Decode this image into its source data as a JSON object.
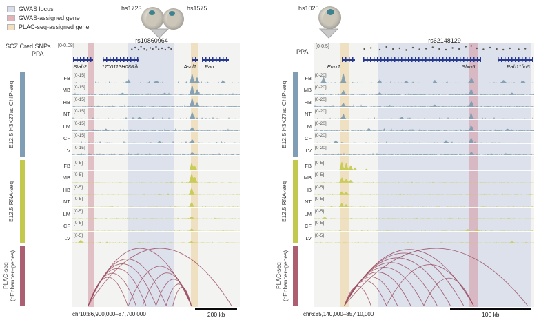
{
  "figure": {
    "legend": [
      {
        "label": "GWAS locus",
        "color": "#d7ddeb"
      },
      {
        "label": "GWAS-assigned gene",
        "color": "#e3b3ba"
      },
      {
        "label": "PLAC-seq-assigned gene",
        "color": "#f4e0c0"
      }
    ],
    "side_labels": {
      "chip": "E12.5 H3K27ac ChIP-seq",
      "rna": "E12.5 RNA-seq",
      "plac1": "PLAC-seq",
      "plac2": "(cEnhancer–genes)"
    },
    "colors": {
      "chip": "#7d9bb1",
      "rna": "#c6ca4d",
      "arc": "#9c4f63",
      "gene": "#283a8f",
      "chip_bar": "#7f9db4",
      "rna_bar": "#c3c94c",
      "plac_bar": "#ad5f72"
    }
  },
  "chart_data": [
    {
      "type": "genome-browser",
      "region": "chr10:86,900,000–87,700,000",
      "scale_label": "200 kb",
      "scale_frac": 0.25,
      "embryo_labels": [
        "hs1723",
        "hs1575"
      ],
      "lead_snp": "rs10860964",
      "snp_track_label": "SCZ Cred SNPs",
      "ppa_label": "PPA",
      "ppa_range": "[0-0.08]",
      "chip_range": "[0-15]",
      "rna_range": "[0-5]",
      "tissues": [
        "FB",
        "MB",
        "HB",
        "NT",
        "LM",
        "CF",
        "LV"
      ],
      "bands": [
        {
          "kind": "gwas-gene",
          "color": "#d69fa8",
          "x0": 0.094,
          "x1": 0.132
        },
        {
          "kind": "gwas-locus",
          "color": "#cdd5e9",
          "x0": 0.329,
          "x1": 0.609
        },
        {
          "kind": "plac-gene",
          "color": "#efd3a4",
          "x0": 0.708,
          "x1": 0.753
        }
      ],
      "genes": [
        {
          "name": "Stab2",
          "x0": 0.005,
          "x1": 0.125,
          "lx": 0.005
        },
        {
          "name": "1700113H08Rik",
          "x0": 0.18,
          "x1": 0.4,
          "lx": 0.175
        },
        {
          "name": "Ascl1",
          "x0": 0.71,
          "x1": 0.748,
          "lx": 0.665
        },
        {
          "name": "Pah",
          "x0": 0.775,
          "x1": 0.935,
          "lx": 0.79
        }
      ],
      "snp_dots": [
        [
          0.355,
          0.65
        ],
        [
          0.375,
          0.4
        ],
        [
          0.395,
          0.7
        ],
        [
          0.41,
          0.25
        ],
        [
          0.43,
          0.55
        ],
        [
          0.445,
          0.75
        ],
        [
          0.465,
          0.45
        ],
        [
          0.48,
          0.6
        ],
        [
          0.5,
          0.3
        ],
        [
          0.515,
          0.65
        ],
        [
          0.535,
          0.5
        ],
        [
          0.555,
          0.7
        ],
        [
          0.575,
          0.4
        ],
        [
          0.59,
          0.6
        ]
      ],
      "chip_peaks": [
        [
          [
            0.335,
            0.3
          ],
          [
            0.5,
            0.22
          ],
          [
            0.715,
            0.88
          ],
          [
            0.745,
            0.55
          ],
          [
            0.9,
            0.2
          ]
        ],
        [
          [
            0.3,
            0.2
          ],
          [
            0.55,
            0.18
          ],
          [
            0.715,
            0.92
          ],
          [
            0.745,
            0.5
          ]
        ],
        [
          [
            0.715,
            0.8
          ],
          [
            0.745,
            0.42
          ]
        ],
        [
          [
            0.4,
            0.2
          ],
          [
            0.715,
            0.65
          ]
        ],
        [
          [
            0.2,
            0.15
          ],
          [
            0.715,
            0.3
          ]
        ],
        [
          [
            0.52,
            0.16
          ],
          [
            0.715,
            0.34
          ]
        ],
        [
          [
            0.715,
            0.22
          ]
        ]
      ],
      "rna_peaks": [
        [
          [
            0.712,
            0.75
          ],
          [
            0.732,
            0.45
          ]
        ],
        [
          [
            0.712,
            0.88
          ],
          [
            0.732,
            0.5
          ]
        ],
        [
          [
            0.712,
            0.62
          ]
        ],
        [
          [
            0.712,
            0.45
          ]
        ],
        [
          [
            0.712,
            0.18
          ]
        ],
        [
          [
            0.712,
            0.22
          ]
        ],
        [
          [
            0.05,
            0.25
          ],
          [
            0.712,
            0.12
          ]
        ]
      ],
      "arcs": [
        [
          0.095,
          0.33
        ],
        [
          0.095,
          0.38
        ],
        [
          0.095,
          0.44
        ],
        [
          0.095,
          0.5
        ],
        [
          0.095,
          0.56
        ],
        [
          0.095,
          0.71
        ],
        [
          0.335,
          0.71
        ],
        [
          0.42,
          0.71
        ],
        [
          0.5,
          0.71
        ],
        [
          0.56,
          0.71
        ],
        [
          0.6,
          0.71
        ],
        [
          0.095,
          0.95
        ]
      ]
    },
    {
      "type": "genome-browser",
      "region": "chr6:85,140,000–85,410,000",
      "scale_label": "100 kb",
      "scale_frac": 0.37,
      "embryo_labels": [
        "hs1025"
      ],
      "lead_snp": "rs62148129",
      "ppa_label": "PPA",
      "ppa_range": "[0-0.5]",
      "chip_range": "[0-20]",
      "rna_range": "[0-5]",
      "tissues": [
        "FB",
        "MB",
        "HB",
        "NT",
        "LM",
        "CF",
        "LV"
      ],
      "bands": [
        {
          "kind": "plac-gene",
          "color": "#efd3a4",
          "x0": 0.122,
          "x1": 0.159
        },
        {
          "kind": "gwas-locus",
          "color": "#cdd5e9",
          "x0": 0.29,
          "x1": 0.985
        },
        {
          "kind": "gwas-gene",
          "color": "#d69fa8",
          "x0": 0.703,
          "x1": 0.747
        }
      ],
      "genes": [
        {
          "name": "Emx1",
          "x0": 0.128,
          "x1": 0.188,
          "lx": 0.062
        },
        {
          "name": "Sfxn5",
          "x0": 0.225,
          "x1": 0.76,
          "lx": 0.672
        },
        {
          "name": "Rab11fip5",
          "x0": 0.835,
          "x1": 0.995,
          "lx": 0.875
        }
      ],
      "snp_dots": [
        [
          0.23,
          0.6
        ],
        [
          0.26,
          0.45
        ],
        [
          0.3,
          0.7
        ],
        [
          0.33,
          0.3
        ],
        [
          0.36,
          0.6
        ],
        [
          0.39,
          0.5
        ],
        [
          0.42,
          0.75
        ],
        [
          0.45,
          0.4
        ],
        [
          0.48,
          0.65
        ],
        [
          0.51,
          0.55
        ],
        [
          0.54,
          0.35
        ],
        [
          0.57,
          0.6
        ],
        [
          0.6,
          0.7
        ],
        [
          0.63,
          0.45
        ],
        [
          0.66,
          0.6
        ],
        [
          0.69,
          0.25
        ],
        [
          0.715,
          0.15
        ],
        [
          0.74,
          0.5
        ],
        [
          0.77,
          0.65
        ],
        [
          0.8,
          0.4
        ],
        [
          0.83,
          0.6
        ],
        [
          0.86,
          0.7
        ],
        [
          0.89,
          0.5
        ],
        [
          0.93,
          0.65
        ],
        [
          0.96,
          0.55
        ]
      ],
      "chip_peaks": [
        [
          [
            0.045,
            0.55
          ],
          [
            0.135,
            0.95
          ],
          [
            0.3,
            0.3
          ],
          [
            0.42,
            0.25
          ],
          [
            0.55,
            0.25
          ],
          [
            0.715,
            0.55
          ],
          [
            0.86,
            0.3
          ],
          [
            0.95,
            0.25
          ]
        ],
        [
          [
            0.135,
            0.4
          ],
          [
            0.3,
            0.2
          ],
          [
            0.715,
            0.55
          ],
          [
            0.9,
            0.2
          ]
        ],
        [
          [
            0.135,
            0.3
          ],
          [
            0.55,
            0.18
          ],
          [
            0.715,
            0.5
          ]
        ],
        [
          [
            0.135,
            0.45
          ],
          [
            0.4,
            0.18
          ],
          [
            0.715,
            0.5
          ]
        ],
        [
          [
            0.25,
            0.2
          ],
          [
            0.715,
            0.45
          ],
          [
            0.88,
            0.22
          ]
        ],
        [
          [
            0.1,
            0.25
          ],
          [
            0.6,
            0.2
          ],
          [
            0.715,
            0.5
          ]
        ],
        [
          [
            0.715,
            0.28
          ]
        ]
      ],
      "rna_peaks": [
        [
          [
            0.128,
            0.9
          ],
          [
            0.148,
            0.75
          ],
          [
            0.168,
            0.55
          ],
          [
            0.188,
            0.35
          ],
          [
            0.24,
            0.2
          ]
        ],
        [
          [
            0.128,
            0.5
          ],
          [
            0.148,
            0.35
          ],
          [
            0.168,
            0.25
          ]
        ],
        [
          [
            0.128,
            0.28
          ],
          [
            0.148,
            0.2
          ]
        ],
        [
          [
            0.128,
            0.35
          ],
          [
            0.148,
            0.22
          ]
        ],
        [
          [
            0.05,
            0.12
          ]
        ],
        [
          [
            0.7,
            0.18
          ],
          [
            0.74,
            0.15
          ]
        ],
        [
          [
            0.9,
            0.1
          ]
        ]
      ],
      "arcs": [
        [
          0.14,
          0.26
        ],
        [
          0.14,
          0.33
        ],
        [
          0.14,
          0.38
        ],
        [
          0.14,
          0.44
        ],
        [
          0.14,
          0.5
        ],
        [
          0.14,
          0.56
        ],
        [
          0.14,
          0.62
        ],
        [
          0.14,
          0.68
        ],
        [
          0.14,
          0.725
        ],
        [
          0.33,
          0.725
        ],
        [
          0.5,
          0.725
        ],
        [
          0.14,
          0.97
        ]
      ]
    }
  ]
}
